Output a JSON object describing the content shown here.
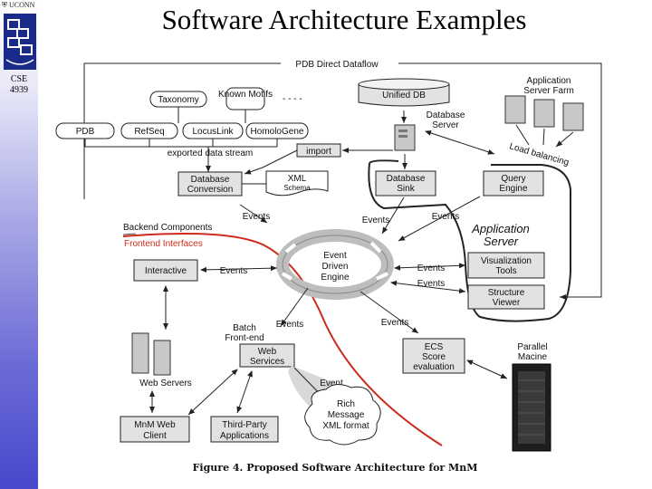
{
  "slide": {
    "title": "Software Architecture Examples",
    "university": "UCONN",
    "course_code": "CSE",
    "course_number": "4939"
  },
  "caption": "Figure 4. Proposed Software Architecture for MnM",
  "diagram": {
    "frame_label": "PDB Direct Dataflow",
    "sources": [
      "Taxonomy",
      "Known Motifs",
      "PDB",
      "RefSeq",
      "LocusLink",
      "HomoloGene"
    ],
    "ellipsis": "- - - -",
    "unified_db": "Unified DB",
    "database_server": [
      "Database",
      "Server"
    ],
    "app_server_farm": [
      "Application",
      "Server Farm"
    ],
    "load_balancing": "Load balancing",
    "exported_stream": "exported data stream",
    "import": "import",
    "database_conversion": [
      "Database",
      "Conversion"
    ],
    "xml_schema": [
      "XML",
      "Schema"
    ],
    "database_sink": [
      "Database",
      "Sink"
    ],
    "query_engine": [
      "Query",
      "Engine"
    ],
    "application_server": [
      "Application",
      "Server"
    ],
    "events": "Events",
    "event": "Event",
    "backend_components": "Backend Components",
    "frontend_interfaces": "Frontend Interfaces",
    "event_engine": [
      "Event",
      "Driven",
      "Engine"
    ],
    "interactive": "Interactive",
    "visualization_tools": [
      "Visualization",
      "Tools"
    ],
    "structure_viewer": [
      "Structure",
      "Viewer"
    ],
    "batch_frontend": [
      "Batch",
      "Front-end"
    ],
    "web_services": [
      "Web",
      "Services"
    ],
    "web_servers": "Web Servers",
    "ecs": [
      "ECS",
      "Score",
      "evaluation"
    ],
    "parallel_machine": [
      "Parallel",
      "Macine"
    ],
    "rich_message": [
      "Rich",
      "Message",
      "XML format"
    ],
    "mnm_web_client": [
      "MnM Web",
      "Client"
    ],
    "third_party": [
      "Third-Party",
      "Applications"
    ]
  },
  "colors": {
    "sidebar_bottom": "#4848cc",
    "frontend_line": "#cc2a1a",
    "box_fill": "#e2e2e2"
  }
}
